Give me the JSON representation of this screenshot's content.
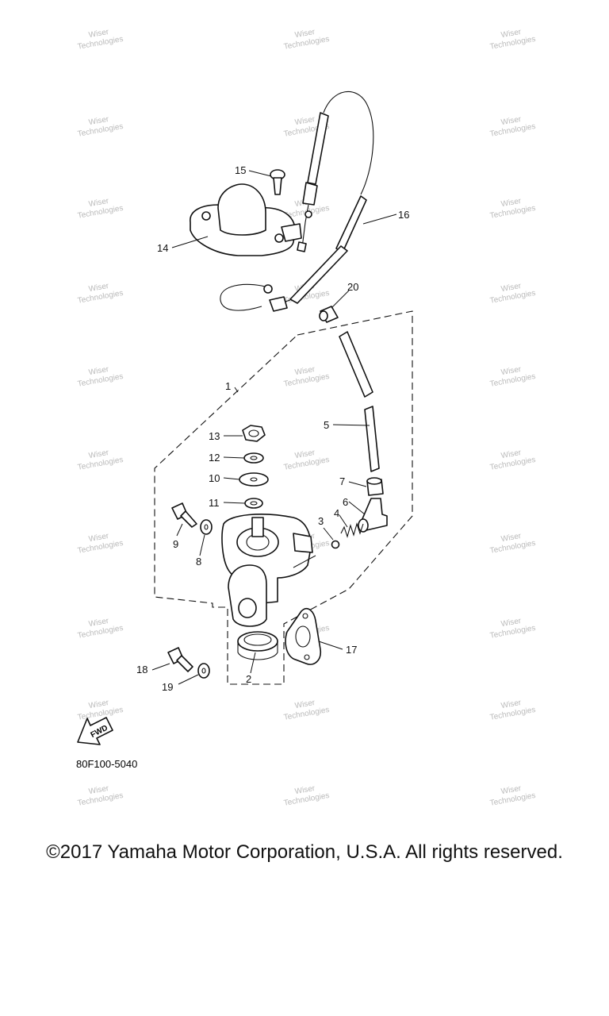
{
  "diagram": {
    "part_numbers": [
      "1",
      "2",
      "3",
      "4",
      "5",
      "6",
      "7",
      "8",
      "9",
      "10",
      "11",
      "12",
      "13",
      "14",
      "15",
      "16",
      "17",
      "18",
      "19",
      "20"
    ],
    "drawing_code": "80F100-5040",
    "fwd_label": "FWD",
    "watermark_text": [
      "Wiser",
      "Technologies"
    ]
  },
  "footer": {
    "copyright": "©2017 Yamaha Motor Corporation, U.S.A. All rights reserved."
  }
}
